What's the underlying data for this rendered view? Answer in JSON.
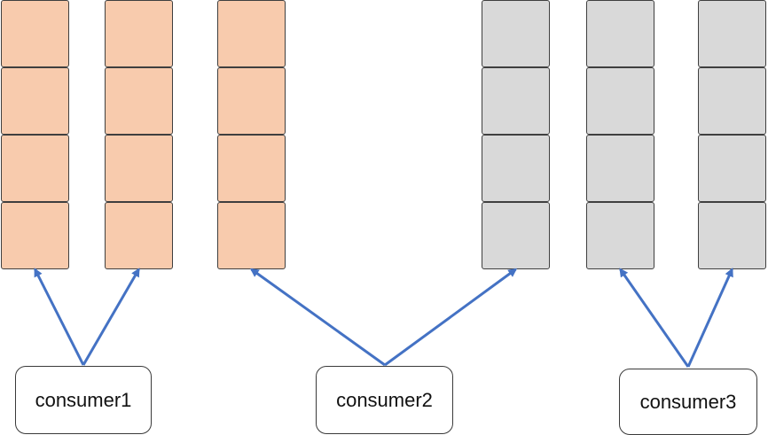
{
  "colors": {
    "queue_orange": "#f8cbad",
    "queue_gray": "#d9d9d9",
    "arrow": "#4472c4"
  },
  "queues": [
    {
      "color_key": "queue_orange",
      "cells": 4
    },
    {
      "color_key": "queue_orange",
      "cells": 4
    },
    {
      "color_key": "queue_orange",
      "cells": 4
    },
    {
      "color_key": "queue_gray",
      "cells": 4
    },
    {
      "color_key": "queue_gray",
      "cells": 4
    },
    {
      "color_key": "queue_gray",
      "cells": 4
    }
  ],
  "consumers": [
    {
      "label": "consumer1",
      "queue_indices": [
        0,
        1
      ]
    },
    {
      "label": "consumer2",
      "queue_indices": [
        2,
        3
      ]
    },
    {
      "label": "consumer3",
      "queue_indices": [
        4,
        5
      ]
    }
  ]
}
